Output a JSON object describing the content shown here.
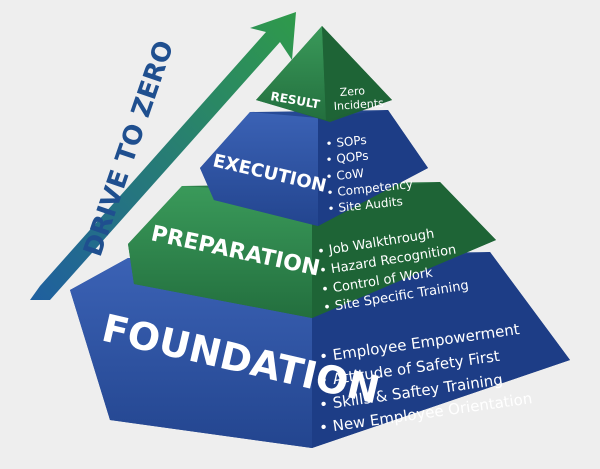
{
  "arrow": {
    "label": "DRIVE TO ZERO"
  },
  "levels": [
    {
      "id": "result",
      "title": "RESULT",
      "items": [
        "Zero",
        "Incidents"
      ]
    },
    {
      "id": "execution",
      "title": "EXECUTION",
      "items": [
        "• SOPs",
        "• QOPs",
        "• CoW",
        "• Competency",
        "• Site Audits"
      ]
    },
    {
      "id": "preparation",
      "title": "PREPARATION",
      "items": [
        "• Job Walkthrough",
        "• Hazard Recognition",
        "• Control of Work",
        "• Site Specific Training"
      ]
    },
    {
      "id": "foundation",
      "title": "FOUNDATION",
      "items": [
        "• Employee Empowerment",
        "• Attitude of Safety First",
        "• Skills & Saftey Training",
        "• New Employee Orientation"
      ]
    }
  ],
  "colors": {
    "green": "#2f8a4e",
    "green_dark": "#1f6a39",
    "blue": "#2b4fa0",
    "blue_dark": "#1b3a80",
    "arrow_blue": "#1f5f9f",
    "arrow_green": "#2f9a4a"
  }
}
